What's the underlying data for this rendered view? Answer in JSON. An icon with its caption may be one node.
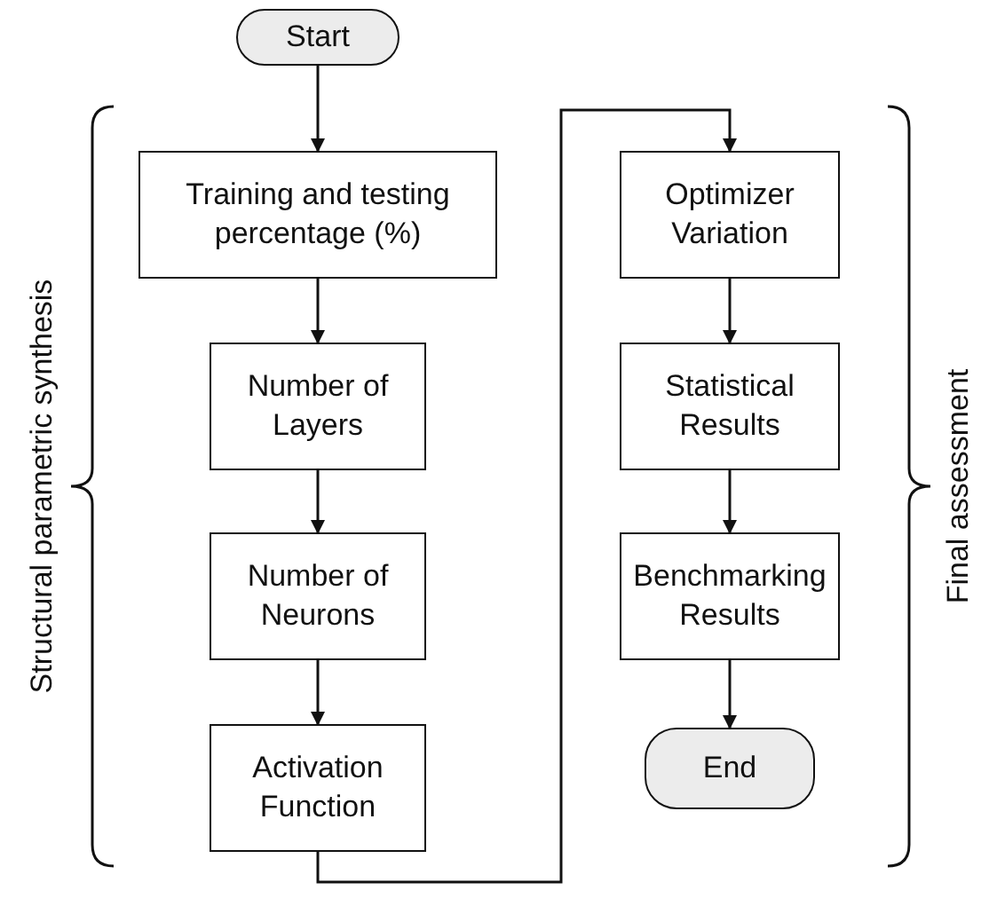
{
  "diagram": {
    "nodes": [
      {
        "text": [
          "Start"
        ]
      },
      {
        "text": [
          "Training and testing percentage (%)"
        ]
      },
      {
        "text": [
          "Number of Layers"
        ]
      },
      {
        "text": [
          "Number of Neurons"
        ]
      },
      {
        "text": [
          "Activation Function"
        ]
      },
      {
        "text": [
          "Optimizer Variation"
        ]
      },
      {
        "text": [
          "Statistical Results"
        ]
      },
      {
        "text": [
          "Benchmarking Results"
        ]
      },
      {
        "text": [
          "End"
        ]
      }
    ],
    "edges": [
      {
        "from": 0,
        "to": 1,
        "arrow": "to"
      },
      {
        "from": 1,
        "to": 2,
        "arrow": "to"
      },
      {
        "from": 2,
        "to": 3,
        "arrow": "to"
      },
      {
        "from": 3,
        "to": 4,
        "arrow": "to"
      },
      {
        "from": 4,
        "to": 5,
        "arrow": "to"
      },
      {
        "from": 5,
        "to": 6,
        "arrow": "to"
      },
      {
        "from": 6,
        "to": 7,
        "arrow": "to"
      },
      {
        "from": 7,
        "to": 8,
        "arrow": "to"
      }
    ],
    "labels": [
      "Structural parametric synthesis",
      "Final assessment"
    ]
  }
}
